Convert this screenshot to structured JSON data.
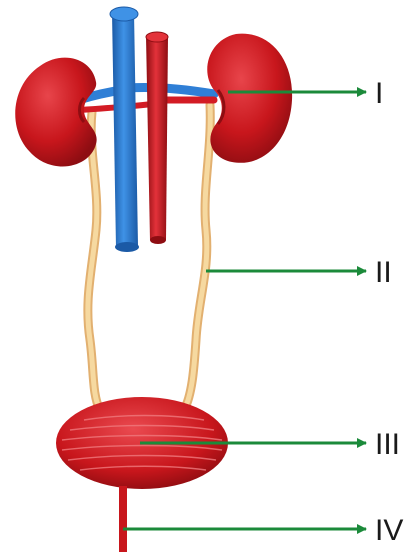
{
  "diagram": {
    "labels": [
      {
        "id": "kidney",
        "text": "I"
      },
      {
        "id": "ureter",
        "text": "II"
      },
      {
        "id": "bladder",
        "text": "III"
      },
      {
        "id": "urethra",
        "text": "IV"
      }
    ],
    "colors": {
      "organ": "#c8161c",
      "organ_dark": "#8e0d12",
      "organ_light": "#e5454a",
      "vein": "#2f7fd6",
      "vein_dark": "#1b5aa6",
      "artery": "#d31b24",
      "ureter": "#f6d9a0",
      "ureter_edge": "#e2b070",
      "arrow": "#1b8a3a"
    }
  }
}
